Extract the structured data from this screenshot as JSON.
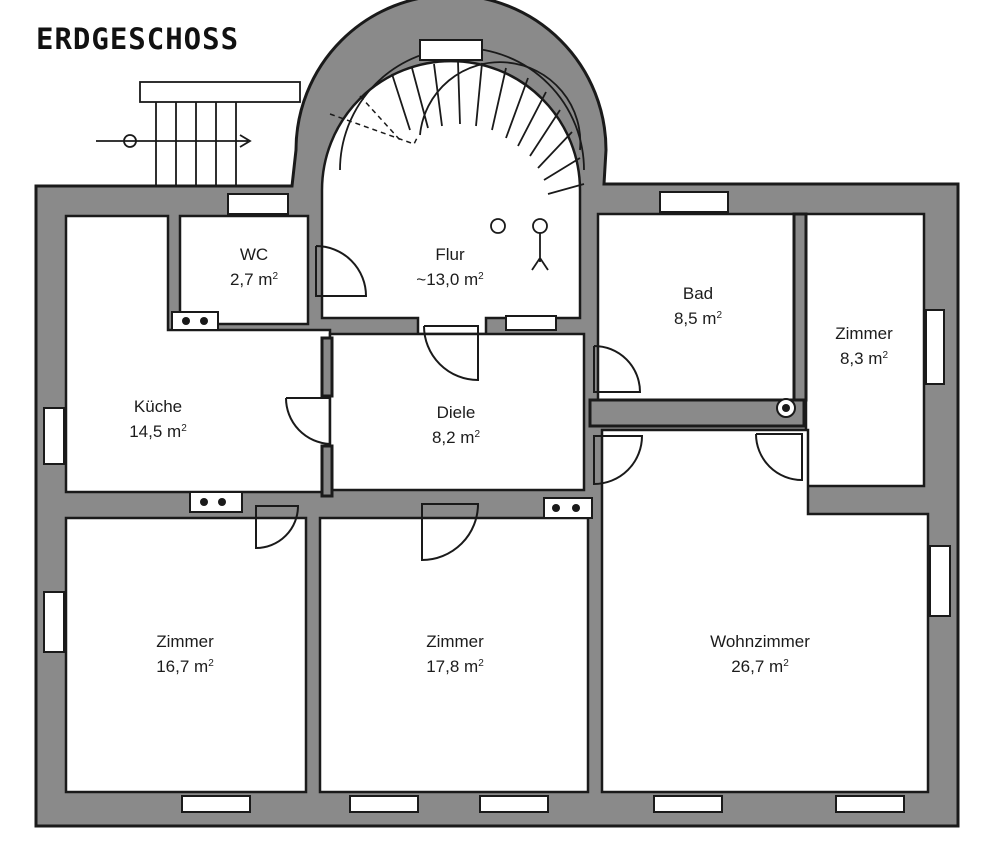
{
  "title": "ERDGESCHOSS",
  "rooms": {
    "wc": {
      "name": "WC",
      "area": "2,7 m"
    },
    "flur": {
      "name": "Flur",
      "area": "~13,0 m"
    },
    "bad": {
      "name": "Bad",
      "area": "8,5 m"
    },
    "zimmer_ne": {
      "name": "Zimmer",
      "area": "8,3 m"
    },
    "kueche": {
      "name": "Küche",
      "area": "14,5 m"
    },
    "diele": {
      "name": "Diele",
      "area": "8,2 m"
    },
    "zimmer_sw": {
      "name": "Zimmer",
      "area": "16,7 m"
    },
    "zimmer_s": {
      "name": "Zimmer",
      "area": "17,8 m"
    },
    "wohnzimmer": {
      "name": "Wohnzimmer",
      "area": "26,7 m"
    }
  },
  "area_unit_superscript": "2",
  "colors": {
    "wall": "#8a8a8a",
    "line": "#1a1a1a",
    "background": "#ffffff"
  }
}
